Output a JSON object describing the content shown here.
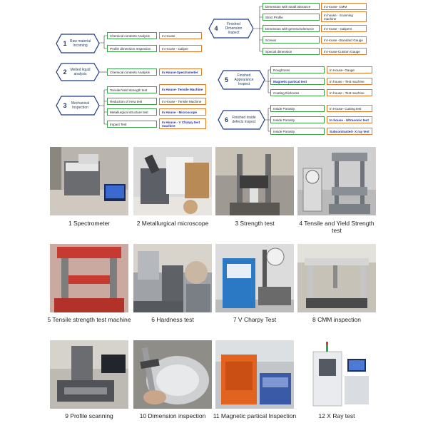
{
  "flow": {
    "inspect1": {
      "num": "1",
      "label": "Raw material Incoming",
      "items": [
        {
          "check": "Chemical contents Analysis",
          "method": "In House",
          "bold": false
        },
        {
          "check": "Profile dimension Inspection",
          "method": "In House - Caliper",
          "bold": false
        }
      ]
    },
    "inspect2": {
      "num": "2",
      "label": "Melted liquid analysis",
      "items": [
        {
          "check": "Chemical contents Analysis",
          "method": "In House-Spectrometer",
          "bold": true
        }
      ]
    },
    "inspect3": {
      "num": "3",
      "label": "Mechanical Inspection",
      "items": [
        {
          "check": "Tensile/Yield strength test",
          "method": "In House- Tensile Machine",
          "bold": true
        },
        {
          "check": "Reduction of Area test",
          "method": "In House - Tensile Machine",
          "bold": false
        },
        {
          "check": "Metallurgical structure test",
          "method": "In House - Microscope",
          "bold": true
        },
        {
          "check": "Impact Test",
          "method": "In House - V Charpy test machine",
          "bold": true
        }
      ]
    },
    "inspect4": {
      "num": "4",
      "label": "Finished Dimension Inspect",
      "items": [
        {
          "check": "Dimension with small tolerance",
          "method": "In House- CMM",
          "bold": false
        },
        {
          "check": "Strict Profile",
          "method": "In house - Scanning machine",
          "bold": false
        },
        {
          "check": "Dimension with general tolerance",
          "method": "In House - Calipers",
          "bold": false
        },
        {
          "check": "Screws",
          "method": "In House -Standard Gauge",
          "bold": false
        },
        {
          "check": "Special dimension",
          "method": "In House-Custom Gauge",
          "bold": false
        }
      ]
    },
    "inspect5": {
      "num": "5",
      "label": "Finished Appearance Inspect",
      "items": [
        {
          "check": "Roughness",
          "method": "In House- Gauge",
          "bold": false
        },
        {
          "check": "Magnetic partical test",
          "method": "In house - Test machine",
          "bold": false
        },
        {
          "check": "Coating thickness",
          "method": "In house - Test machine",
          "bold": false
        }
      ]
    },
    "inspect6": {
      "num": "6",
      "label": "Finished inside defects inspect",
      "items": [
        {
          "check": "Inside Porosity",
          "method": "In House- Cutting test",
          "bold": false
        },
        {
          "check": "Inside Porosity",
          "method": "In house - Ultrasonic test",
          "bold": true
        },
        {
          "check": "Inside Porosity",
          "method": "Subcontracted- X ray test",
          "bold": true
        }
      ]
    }
  },
  "photos": [
    {
      "caption": "1 Spectrometer"
    },
    {
      "caption": "2 Metallurgical microscope"
    },
    {
      "caption": "3 Strength test"
    },
    {
      "caption": "4 Tensile and Yield Strength test"
    },
    {
      "caption": "5 Tensile strength test machine"
    },
    {
      "caption": "6 Hardness test"
    },
    {
      "caption": "7 V Charpy Test"
    },
    {
      "caption": "8 CMM inspection"
    },
    {
      "caption": "9 Profile scanning"
    },
    {
      "caption": "10 Dimension inspection"
    },
    {
      "caption": "11 Magnetic partical Inspection"
    },
    {
      "caption": "12 X Ray test"
    }
  ],
  "colors": {
    "hex_border": "#1f3a8a",
    "green": "#3aa04a",
    "orange": "#e07b2a",
    "blue_text": "#1f2fa8"
  }
}
